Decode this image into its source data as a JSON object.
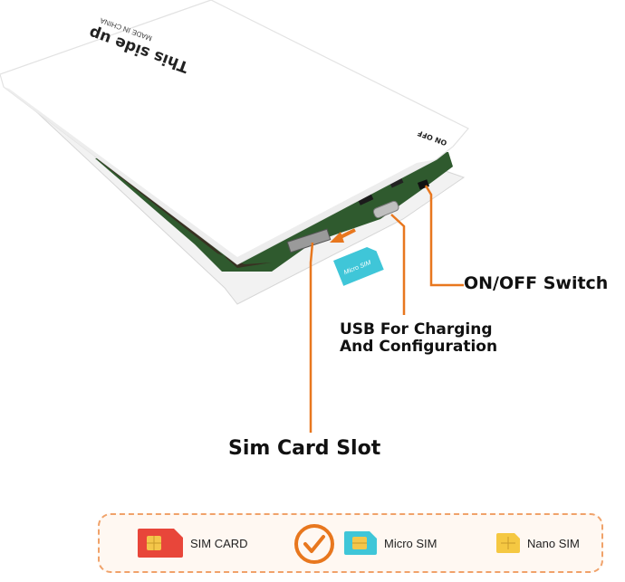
{
  "card": {
    "top_text": "This side up",
    "made_in": "MADE IN CHINA",
    "switch_mark": "ON OFF"
  },
  "sim_insert_label": "Micro SIM",
  "callouts": {
    "switch": "ON/OFF Switch",
    "usb_line1": "USB For Charging",
    "usb_line2": "And Configuration",
    "slot": "Sim Card Slot"
  },
  "legend": {
    "sim_card": "SIM CARD",
    "micro_sim": "Micro SIM",
    "nano_sim": "Nano SIM",
    "selected": "Micro SIM"
  },
  "colors": {
    "accent": "#e8771e",
    "sim_red": "#e8463a",
    "micro_teal": "#3fc6d8",
    "nano_yellow": "#f5c842",
    "pcb_green": "#2f5a2e"
  },
  "icons": [
    "sim-card-icon",
    "check-circle-icon",
    "micro-sim-icon",
    "nano-sim-icon",
    "arrow-icon"
  ]
}
